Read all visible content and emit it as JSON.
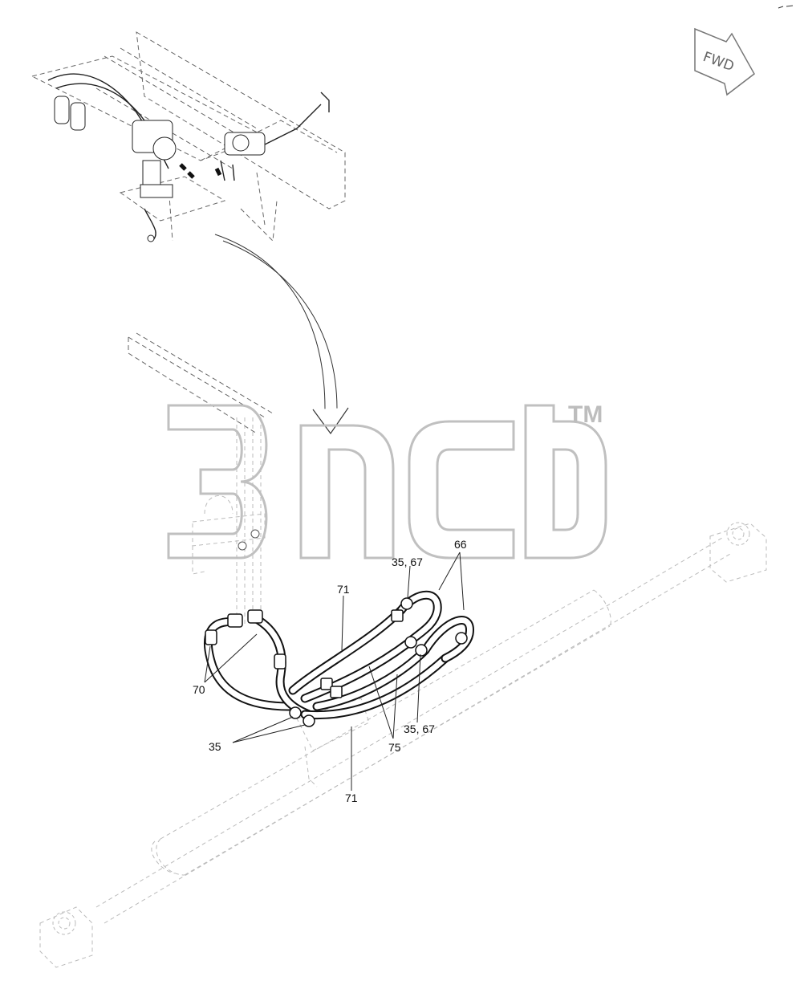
{
  "orientation_badge": {
    "text": "FWD",
    "icon": "fwd-arrow-icon"
  },
  "watermark": {
    "trademark": "TM",
    "icon": "3dmb-watermark-logo"
  },
  "callouts": [
    {
      "id": "c66",
      "text": "66"
    },
    {
      "id": "c35_67_top",
      "text": "35, 67"
    },
    {
      "id": "c71_top",
      "text": "71"
    },
    {
      "id": "c70",
      "text": "70"
    },
    {
      "id": "c35_67_bottom",
      "text": "35, 67"
    },
    {
      "id": "c75",
      "text": "75"
    },
    {
      "id": "c35",
      "text": "35"
    },
    {
      "id": "c71_bottom",
      "text": "71"
    }
  ],
  "colors": {
    "ink": "#111111",
    "watermark": "#bdbdbd",
    "dashed": "#666666"
  }
}
